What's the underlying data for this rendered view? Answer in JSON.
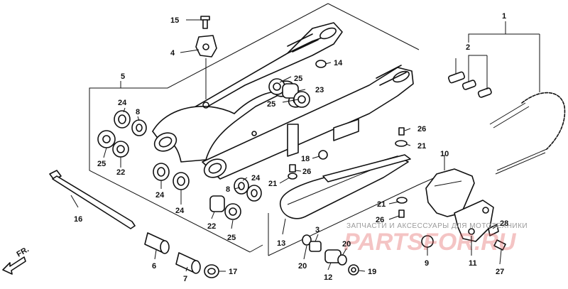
{
  "callouts": [
    {
      "id": "c15",
      "label": "15"
    },
    {
      "id": "c4",
      "label": "4"
    },
    {
      "id": "c14",
      "label": "14"
    },
    {
      "id": "c5",
      "label": "5"
    },
    {
      "id": "c25a",
      "label": "25"
    },
    {
      "id": "c23",
      "label": "23"
    },
    {
      "id": "c25b",
      "label": "25"
    },
    {
      "id": "c24a",
      "label": "24"
    },
    {
      "id": "c8a",
      "label": "8"
    },
    {
      "id": "c25c",
      "label": "25"
    },
    {
      "id": "c22a",
      "label": "22"
    },
    {
      "id": "c24b",
      "label": "24"
    },
    {
      "id": "c24c",
      "label": "24"
    },
    {
      "id": "c1",
      "label": "1"
    },
    {
      "id": "c2",
      "label": "2"
    },
    {
      "id": "c26a",
      "label": "26"
    },
    {
      "id": "c21a",
      "label": "21"
    },
    {
      "id": "c18",
      "label": "18"
    },
    {
      "id": "c26b",
      "label": "26"
    },
    {
      "id": "c21b",
      "label": "21"
    },
    {
      "id": "c24d",
      "label": "24"
    },
    {
      "id": "c8b",
      "label": "8"
    },
    {
      "id": "c10",
      "label": "10"
    },
    {
      "id": "c16",
      "label": "16"
    },
    {
      "id": "c22b",
      "label": "22"
    },
    {
      "id": "c25d",
      "label": "25"
    },
    {
      "id": "c21c",
      "label": "21"
    },
    {
      "id": "c26c",
      "label": "26"
    },
    {
      "id": "c28",
      "label": "28"
    },
    {
      "id": "c13",
      "label": "13"
    },
    {
      "id": "c3",
      "label": "3"
    },
    {
      "id": "c20a",
      "label": "20"
    },
    {
      "id": "c20b",
      "label": "20"
    },
    {
      "id": "c6",
      "label": "6"
    },
    {
      "id": "c7",
      "label": "7"
    },
    {
      "id": "c17",
      "label": "17"
    },
    {
      "id": "c12",
      "label": "12"
    },
    {
      "id": "c19",
      "label": "19"
    },
    {
      "id": "c9",
      "label": "9"
    },
    {
      "id": "c11",
      "label": "11"
    },
    {
      "id": "c27",
      "label": "27"
    }
  ],
  "watermark": {
    "line": "ЗАПЧАСТИ И АКСЕССУАРЫ ДЛЯ МОТОТЕХНИКИ",
    "logo": "PARTSFOR.RU"
  },
  "direction": {
    "label": "FR."
  },
  "colors": {
    "ink": "#111111",
    "watermark_red": "#e05555",
    "watermark_gray": "#9a9a9a",
    "background": "#ffffff"
  }
}
